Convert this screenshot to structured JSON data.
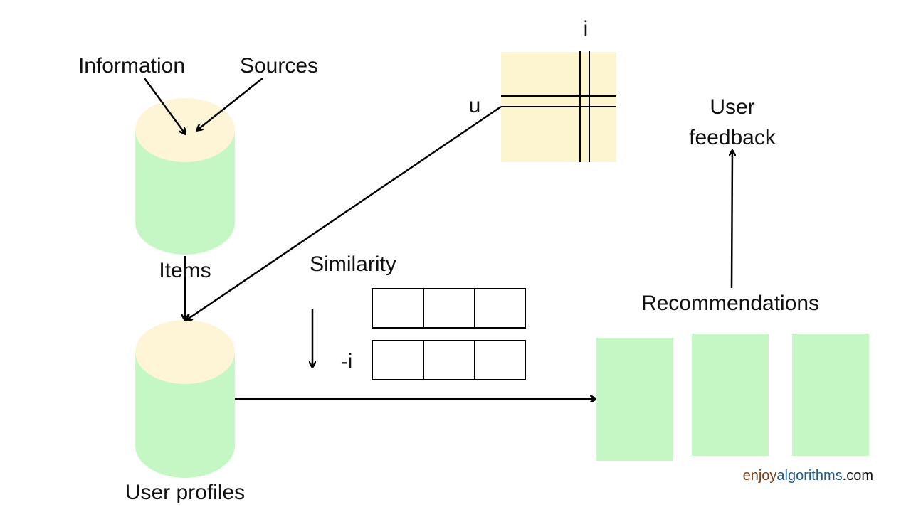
{
  "colors": {
    "cylinder_top": "#fdf5d6",
    "cylinder_body": "#c4f7c4",
    "matrix_fill": "#fdf5d0",
    "card_fill": "#c4f7c4",
    "stroke": "#000000",
    "brand_enjoy": "#7b3a12",
    "brand_algorithms": "#1d5c8c",
    "brand_com": "#111111"
  },
  "labels": {
    "information": "Information",
    "sources": "Sources",
    "items": "Items",
    "user_profiles": "User profiles",
    "matrix_row": "u",
    "matrix_col": "i",
    "similarity": "Similarity",
    "minus_i": "-i",
    "recommendations": "Recommendations",
    "user_feedback_line1": "User",
    "user_feedback_line2": "feedback"
  },
  "brand": {
    "part1": "enjoy",
    "part2": "algorithms",
    "part3": ".com"
  }
}
